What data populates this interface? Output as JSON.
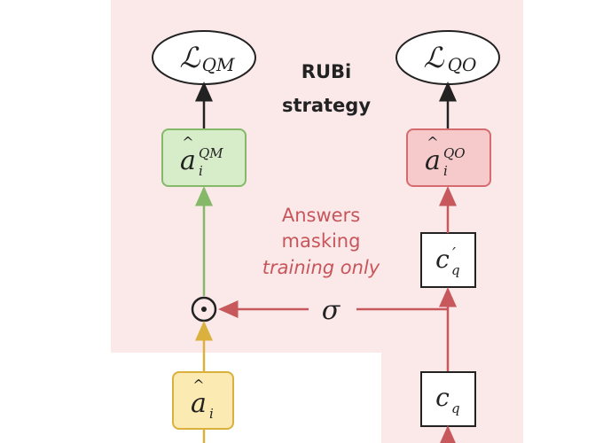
{
  "colors": {
    "panel": "#fbe9ea",
    "green_fill": "#d7ecc9",
    "green_stroke": "#86b86a",
    "red_fill": "#f6c9cb",
    "red_stroke": "#d66b6f",
    "yellow_fill": "#fbeab2",
    "yellow_stroke": "#d9b13c",
    "arrow_red": "#c7585c",
    "text_red": "#c8555a",
    "dark": "#222222"
  },
  "title": {
    "line1": "RUBi",
    "line2": "strategy"
  },
  "loss_qm": {
    "symbol": "ℒ",
    "sub": "QM"
  },
  "loss_qo": {
    "symbol": "ℒ",
    "sub": "QO"
  },
  "a_qm": {
    "base": "a",
    "sub": "i",
    "sup": "QM"
  },
  "a_qo": {
    "base": "a",
    "sub": "i",
    "sup": "QO"
  },
  "a_i": {
    "base": "a",
    "sub": "i"
  },
  "c_q_prime": {
    "base": "c",
    "prime": "′",
    "sub": "q"
  },
  "c_q": {
    "base": "c",
    "sub": "q"
  },
  "sigma": "σ",
  "odot": "⊙",
  "masking_text": {
    "line1": "Answers",
    "line2": "masking",
    "line3": "training only"
  }
}
